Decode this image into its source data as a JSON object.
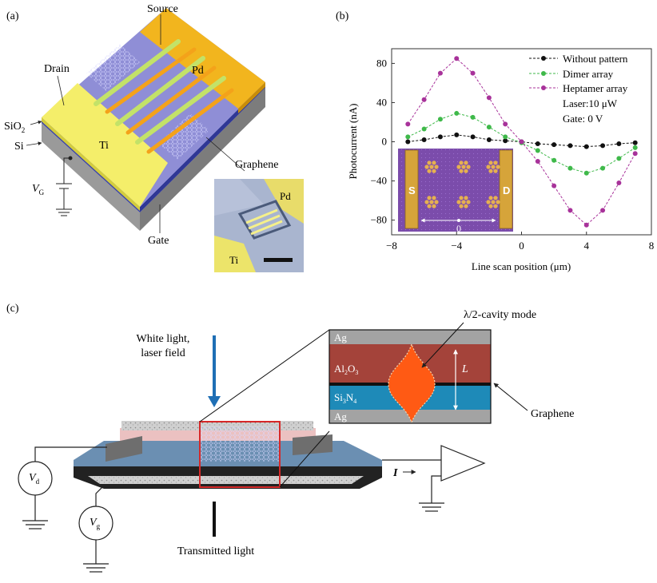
{
  "figure": {
    "panel_a": {
      "label": "(a)",
      "source": "Source",
      "drain": "Drain",
      "sio2": "SiO",
      "sio2_sub": "2",
      "si": "Si",
      "pd": "Pd",
      "ti": "Ti",
      "graphene": "Graphene",
      "gate": "Gate",
      "vg": "V",
      "vg_sub": "G",
      "inset_pd": "Pd",
      "inset_ti": "Ti"
    },
    "panel_b": {
      "label": "(b)",
      "inset_s": "S",
      "inset_d": "D",
      "inset_scale": "0"
    },
    "panel_c": {
      "label": "(c)",
      "light_line1": "White light,",
      "light_line2": "laser field",
      "transmitted": "Transmitted light",
      "cavity_mode": "λ/2-cavity mode",
      "ag_top": "Ag",
      "al2o3": "Al",
      "al2o3_sub1": "2",
      "al2o3_o": "O",
      "al2o3_sub2": "3",
      "si3n4": "Si",
      "si3n4_sub1": "3",
      "si3n4_n": "N",
      "si3n4_sub2": "4",
      "ag_bottom": "Ag",
      "l_label": "L",
      "graphene": "Graphene",
      "vd": "V",
      "vd_sub": "d",
      "vgc": "V",
      "vgc_sub": "g",
      "current": "I"
    },
    "colors": {
      "substrate_blue": "#5a5fb0",
      "surface_purple": "#8f8ed6",
      "pd_gold": "#f2b51e",
      "ti_yellow": "#f4ee6a",
      "series_black": "#111111",
      "series_green": "#3fb94a",
      "series_purple": "#a8329a"
    }
  },
  "chart_data": {
    "type": "line",
    "title": "",
    "xlabel": "Line scan position (μm)",
    "ylabel": "Photocurrent (nA)",
    "xlim": [
      -8,
      8
    ],
    "ylim": [
      -95,
      95
    ],
    "xticks": [
      -8,
      -4,
      0,
      4,
      8
    ],
    "yticks": [
      -80,
      -40,
      0,
      40,
      80
    ],
    "x": [
      -7,
      -6,
      -5,
      -4,
      -3,
      -2,
      -1,
      0,
      1,
      2,
      3,
      4,
      5,
      6,
      7
    ],
    "series": [
      {
        "name": "Without pattern",
        "color": "#111111",
        "values": [
          0,
          2,
          5,
          7,
          5,
          2,
          1,
          0,
          -2,
          -3,
          -4,
          -5,
          -4,
          -2,
          -1
        ]
      },
      {
        "name": "Dimer array",
        "color": "#3fb94a",
        "values": [
          5,
          13,
          23,
          29,
          25,
          15,
          5,
          -1,
          -9,
          -19,
          -27,
          -32,
          -27,
          -17,
          -6
        ]
      },
      {
        "name": "Heptamer array",
        "color": "#a8329a",
        "values": [
          18,
          43,
          70,
          85,
          70,
          45,
          18,
          0,
          -20,
          -45,
          -70,
          -85,
          -70,
          -42,
          -12
        ]
      }
    ],
    "annotations": [
      "Laser:10 μW",
      "Gate: 0 V"
    ],
    "legend_position": "top-right"
  }
}
